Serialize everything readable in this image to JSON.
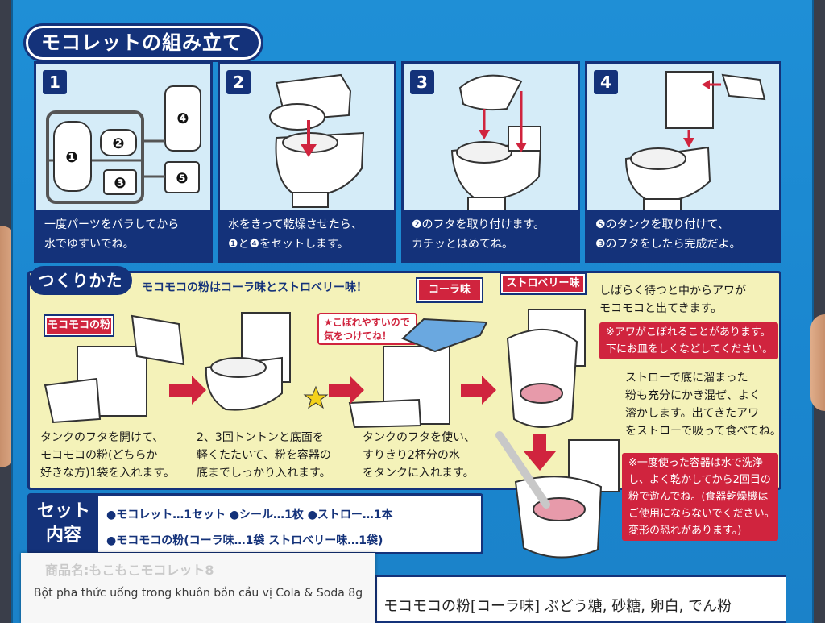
{
  "header": {
    "title": "モコレットの組み立て方"
  },
  "steps": [
    {
      "num": "1",
      "line1": "一度パーツをバラしてから",
      "line2": "水でゆすいでね。"
    },
    {
      "num": "2",
      "line1": "水をきって乾燥させたら、",
      "line2": "❶と❹をセットします。"
    },
    {
      "num": "3",
      "line1": "❷のフタを取り付けます。",
      "line2": "カチッとはめてね。"
    },
    {
      "num": "4",
      "line1": "❺のタンクを取り付けて、",
      "line2": "❸のフタをしたら完成だよ。"
    }
  ],
  "parts": [
    "❶",
    "❷",
    "❸",
    "❹",
    "❺"
  ],
  "make": {
    "title": "つくりかた",
    "flavor_note": "モコモコの粉はコーラ味とストロベリー味！",
    "powder_tag": "モコモコの粉",
    "cola_tag": "コーラ味",
    "strawberry_tag": "ストロベリー味",
    "bubble_line1": "★こぼれやすいので",
    "bubble_line2": "気をつけてね！",
    "s1": [
      "タンクのフタを開けて、",
      "モコモコの粉(どちらか",
      "好きな方)1袋を入れます。"
    ],
    "s2": [
      "2、3回トントンと底面を",
      "軽くたたいて、粉を容器の",
      "底までしっかり入れます。"
    ],
    "s3": [
      "タンクのフタを使い、",
      "すりきり2杯分の水",
      "をタンクに入れます。"
    ],
    "s4": [
      "しばらく待つと中からアワが",
      "モコモコと出てきます。"
    ],
    "warn1": [
      "※アワがこぼれることがあります。",
      "下にお皿をしくなどしてください。"
    ],
    "s5": [
      "ストローで底に溜まった",
      "粉も充分にかき混ぜ、よく",
      "溶かします。出てきたアワ",
      "をストローで吸って食べてね。"
    ],
    "warn2": [
      "※一度使った容器は水で洗浄",
      "し、よく乾かしてから2回目の",
      "粉で遊んでね。(食器乾燥機は",
      "ご使用にならないでください。",
      "変形の恐れがあります。)"
    ]
  },
  "contents": {
    "label_line1": "セット",
    "label_line2": "内容",
    "line1": "●モコレット…1セット ●シール…1枚 ●ストロー…1本",
    "line2": "●モコモコの粉(コーラ味…1袋 ストロベリー味…1袋)"
  },
  "sticker": {
    "ghost": "商品名:もこもこモコレット8",
    "label": "Bột pha thức uống trong khuôn bồn cầu vị Cola & Soda 8g"
  },
  "ingredients": {
    "text": "モコモコの粉[コーラ味] ぶどう糖, 砂糖, 卵白, でん粉"
  },
  "colors": {
    "navy": "#14327a",
    "blue": "#1f8fd6",
    "panel": "#f4f2b9",
    "red": "#d0243e",
    "light": "#d5ecf8"
  }
}
